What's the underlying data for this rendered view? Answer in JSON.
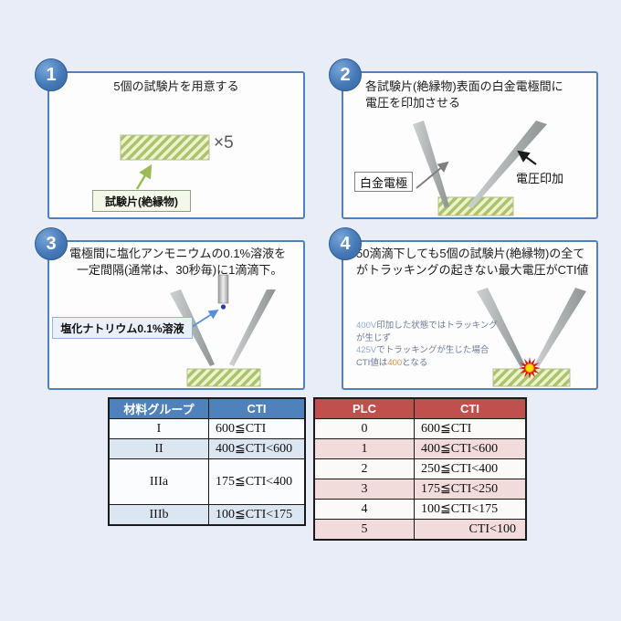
{
  "steps": [
    {
      "number": "1",
      "title": "5個の試験片を用意する",
      "times_label": "×5",
      "callout": "試験片(絶縁物)"
    },
    {
      "number": "2",
      "title_line1": "各試験片(絶縁物)表面の白金電極間に",
      "title_line2": "電圧を印加させる",
      "callout": "白金電極",
      "label": "電圧印加"
    },
    {
      "number": "3",
      "title_line1": "電極間に塩化アンモニウムの0.1%溶液を",
      "title_line2": "一定間隔(通常は、30秒毎)に1滴滴下。",
      "callout": "塩化ナトリウム0.1%溶液"
    },
    {
      "number": "4",
      "title_line1": "50滴滴下しても5個の試験片(絶縁物)の全て",
      "title_line2": "がトラッキングの起きない最大電圧がCTI値",
      "note": {
        "l1_v": "400V",
        "l1": "印加した状態ではトラッキング",
        "l2": "が生じず",
        "l3_v": "425V",
        "l3": "でトラッキングが生じた場合",
        "l4_a": "CTI値は",
        "l4_num": "400",
        "l4_b": "となる"
      }
    }
  ],
  "material_table": {
    "headers": [
      "材料グループ",
      "CTI"
    ],
    "rows": [
      {
        "group": "I",
        "cti": "600≦CTI"
      },
      {
        "group": "II",
        "cti": "400≦CTI<600"
      },
      {
        "group": "IIIa",
        "cti": "175≦CTI<400"
      },
      {
        "group": "IIIb",
        "cti": "100≦CTI<175"
      }
    ]
  },
  "plc_table": {
    "headers": [
      "PLC",
      "CTI"
    ],
    "rows": [
      {
        "plc": "0",
        "cti": "600≦CTI"
      },
      {
        "plc": "1",
        "cti": "400≦CTI<600"
      },
      {
        "plc": "2",
        "cti": "250≦CTI<400"
      },
      {
        "plc": "3",
        "cti": "175≦CTI<250"
      },
      {
        "plc": "4",
        "cti": "100≦CTI<175"
      },
      {
        "plc": "5",
        "cti": "CTI<100"
      }
    ]
  },
  "colors": {
    "page_bg": "#e9edf7",
    "panel_border": "#4f81bd",
    "badge_blue": "#4579b8",
    "material_header_bg": "#4f81bd",
    "plc_header_bg": "#c0504d",
    "material_row_alt": "#dce6f1",
    "plc_row_alt": "#f2dcdb",
    "specimen_stripe": "#a9c46c",
    "specimen_bg": "#eef3cd",
    "electrode_gray": "#9aa0a0",
    "spark_red": "#e01010",
    "spark_yellow": "#ffe000",
    "droplet_blue": "#1f3fae"
  }
}
